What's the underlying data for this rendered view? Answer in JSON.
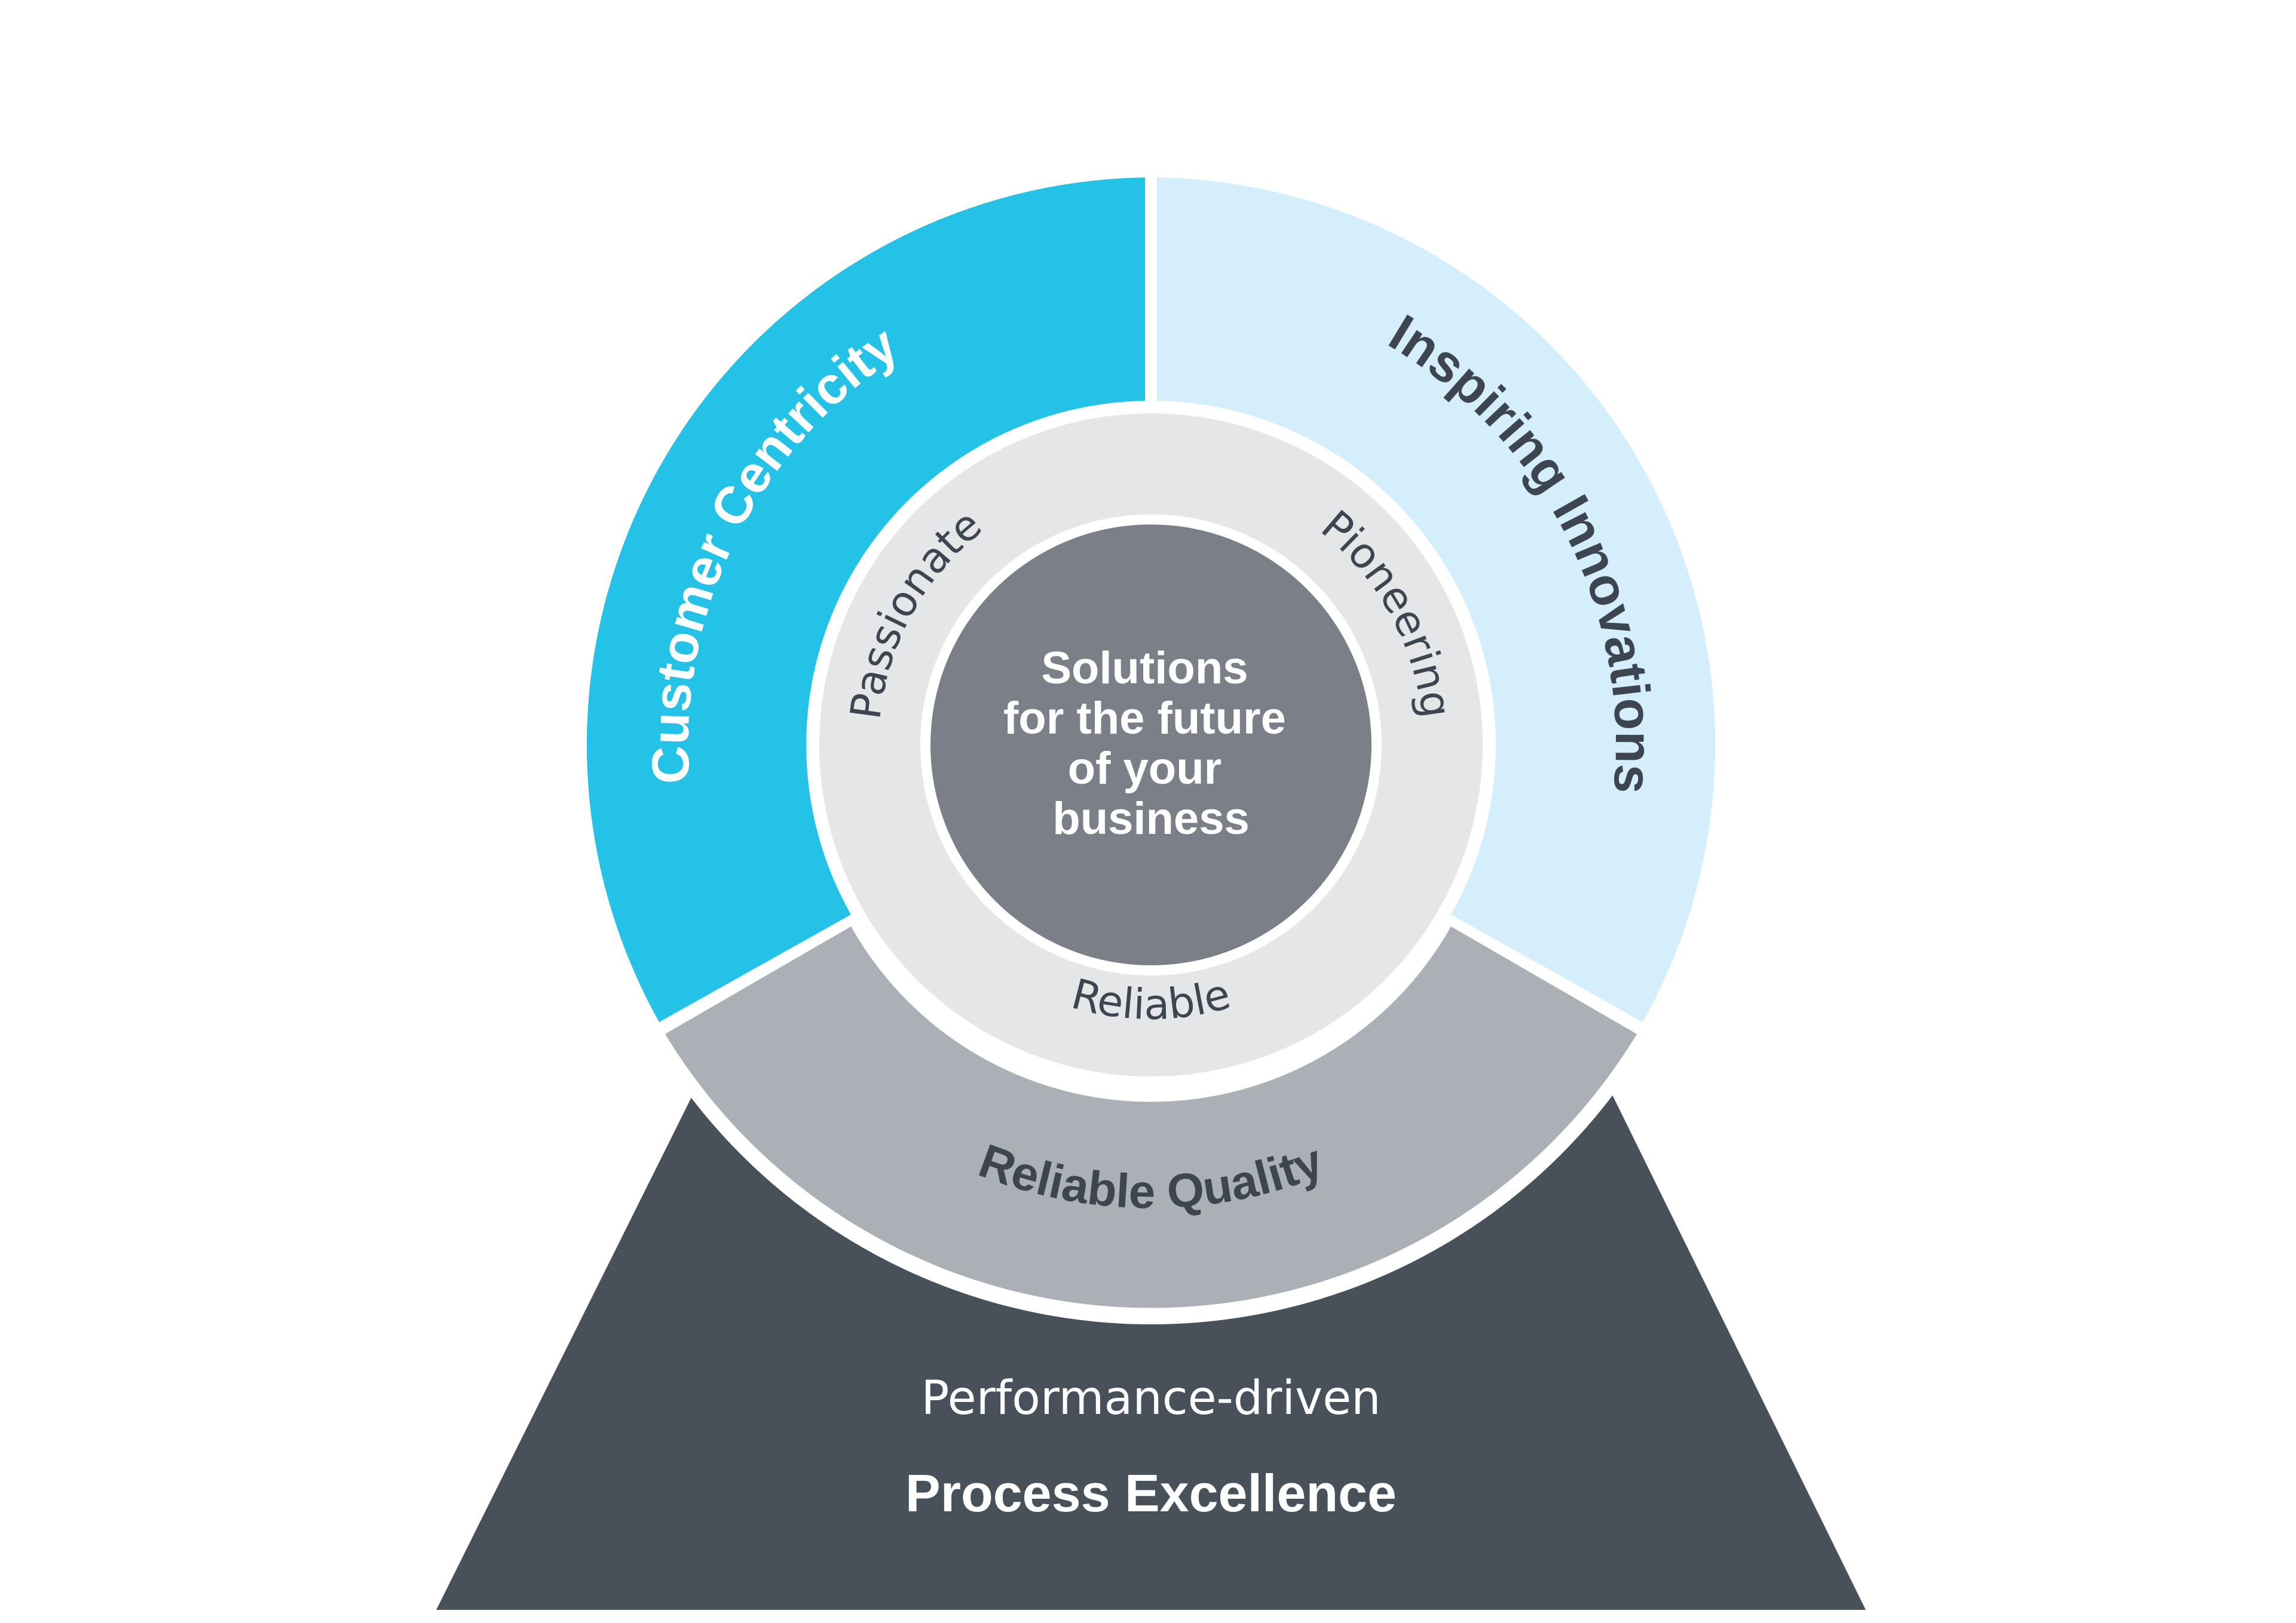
{
  "core": {
    "line1": "Solutions",
    "line2": "for the future",
    "line3": "of your",
    "line4": "business"
  },
  "values_ring": {
    "left": "Passionate",
    "right": "Pioneering",
    "bottom": "Reliable"
  },
  "pillars": {
    "left": "Customer Centricity",
    "right": "Inspiring Innovations",
    "bottom": "Reliable Quality"
  },
  "foundation": {
    "subtitle": "Performance-driven",
    "title": "Process Excellence"
  },
  "colors": {
    "customer_centricity": "#25c2e7",
    "inspiring_innovations": "#d4effb",
    "reliable_quality": "#abb0b6",
    "values_ring": "#e5e6e8",
    "core": "#7a7f88",
    "foundation": "#48515a",
    "dark_text": "#3d4650",
    "white_text": "#ffffff"
  }
}
